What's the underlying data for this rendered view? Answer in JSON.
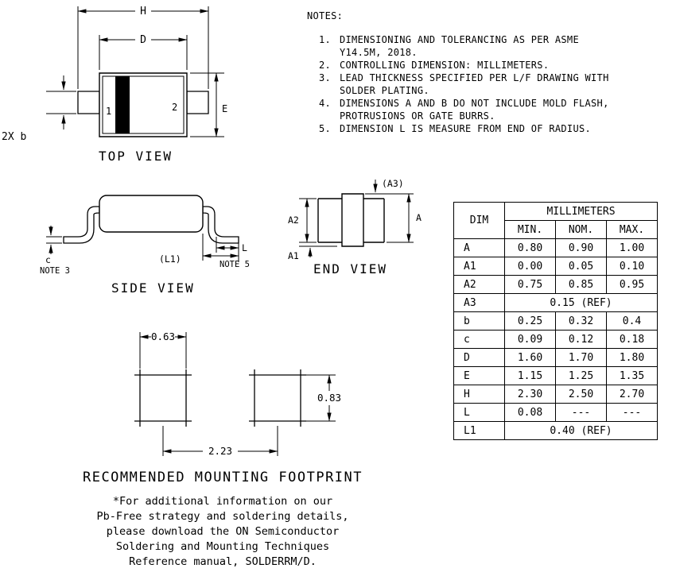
{
  "notes": {
    "title": "NOTES:",
    "items": [
      {
        "num": "1.",
        "text": "DIMENSIONING AND TOLERANCING AS PER ASME Y14.5M, 2018."
      },
      {
        "num": "2.",
        "text": "CONTROLLING DIMENSION: MILLIMETERS."
      },
      {
        "num": "3.",
        "text": "LEAD THICKNESS SPECIFIED PER L/F DRAWING WITH SOLDER PLATING."
      },
      {
        "num": "4.",
        "text": "DIMENSIONS A AND B DO NOT INCLUDE MOLD FLASH, PROTRUSIONS OR GATE BURRS."
      },
      {
        "num": "5.",
        "text": "DIMENSION L IS MEASURE FROM END OF RADIUS."
      }
    ]
  },
  "top_view": {
    "label": "TOP VIEW",
    "dim_h": "H",
    "dim_d": "D",
    "dim_e": "E",
    "dim_b": "2X b",
    "pin1": "1",
    "pin2": "2"
  },
  "side_view": {
    "label": "SIDE VIEW",
    "dim_c": "c",
    "note3": "NOTE 3",
    "dim_l1": "(L1)",
    "dim_l": "L",
    "note5": "NOTE 5"
  },
  "end_view": {
    "label": "END VIEW",
    "dim_a3": "(A3)",
    "dim_a2": "A2",
    "dim_a1": "A1",
    "dim_a": "A"
  },
  "footprint": {
    "label": "RECOMMENDED MOUNTING FOOTPRINT",
    "dim_width": "0.63",
    "dim_height": "0.83",
    "dim_pitch": "2.23"
  },
  "table": {
    "header_dim": "DIM",
    "header_unit": "MILLIMETERS",
    "columns": [
      "MIN.",
      "NOM.",
      "MAX."
    ],
    "rows": [
      {
        "dim": "A",
        "values": [
          "0.80",
          "0.90",
          "1.00"
        ]
      },
      {
        "dim": "A1",
        "values": [
          "0.00",
          "0.05",
          "0.10"
        ]
      },
      {
        "dim": "A2",
        "values": [
          "0.75",
          "0.85",
          "0.95"
        ]
      },
      {
        "dim": "A3",
        "span": "0.15 (REF)"
      },
      {
        "dim": "b",
        "values": [
          "0.25",
          "0.32",
          "0.4"
        ]
      },
      {
        "dim": "c",
        "values": [
          "0.09",
          "0.12",
          "0.18"
        ]
      },
      {
        "dim": "D",
        "values": [
          "1.60",
          "1.70",
          "1.80"
        ]
      },
      {
        "dim": "E",
        "values": [
          "1.15",
          "1.25",
          "1.35"
        ]
      },
      {
        "dim": "H",
        "values": [
          "2.30",
          "2.50",
          "2.70"
        ]
      },
      {
        "dim": "L",
        "values": [
          "0.08",
          "---",
          "---"
        ]
      },
      {
        "dim": "L1",
        "span": "0.40 (REF)"
      }
    ]
  },
  "footer": {
    "lines": [
      "*For additional information on our",
      "Pb-Free strategy and soldering details,",
      "please download the ON Semiconductor",
      "Soldering and Mounting Techniques",
      "Reference manual, SOLDERRM/D."
    ]
  }
}
